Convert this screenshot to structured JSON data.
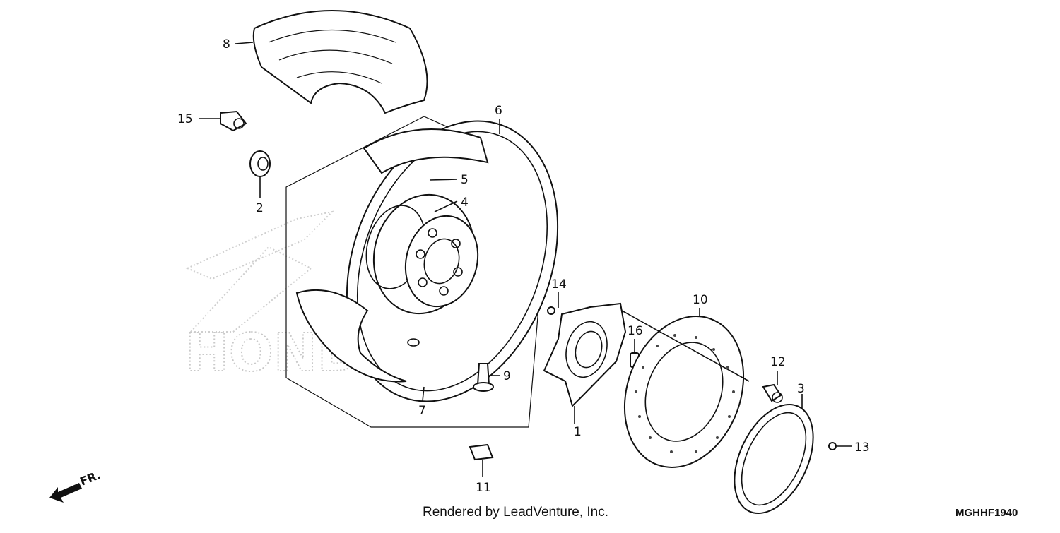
{
  "diagram": {
    "callouts": [
      {
        "id": "1",
        "label": "1"
      },
      {
        "id": "2",
        "label": "2"
      },
      {
        "id": "3",
        "label": "3"
      },
      {
        "id": "4",
        "label": "4"
      },
      {
        "id": "5",
        "label": "5"
      },
      {
        "id": "6",
        "label": "6"
      },
      {
        "id": "7",
        "label": "7"
      },
      {
        "id": "8",
        "label": "8"
      },
      {
        "id": "9",
        "label": "9"
      },
      {
        "id": "10",
        "label": "10"
      },
      {
        "id": "11",
        "label": "11"
      },
      {
        "id": "12",
        "label": "12"
      },
      {
        "id": "13",
        "label": "13"
      },
      {
        "id": "14",
        "label": "14"
      },
      {
        "id": "15",
        "label": "15"
      },
      {
        "id": "16",
        "label": "16"
      }
    ],
    "credit": "Rendered by LeadVenture, Inc.",
    "diagram_code": "MGHHF1940",
    "direction_label": "FR.",
    "watermark": "HONDA"
  }
}
